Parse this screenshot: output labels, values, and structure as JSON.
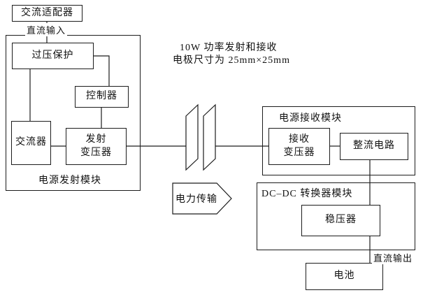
{
  "diagram": {
    "ac_adapter": "交流适配器",
    "dc_input_label": "直流输入",
    "tx_module": {
      "label": "电源发射模块",
      "overvoltage_protection": "过压保护",
      "controller": "控制器",
      "inverter": "交流器",
      "tx_transformer": [
        "发射",
        "变压器"
      ]
    },
    "annotation": [
      "10W 功率发射和接收",
      "电极尺寸为 25mm×25mm"
    ],
    "power_transfer_arrow": "电力传输",
    "rx_module": {
      "label": "电源接收模块",
      "rx_transformer": [
        "接收",
        "变压器"
      ],
      "rectifier": "整流电路"
    },
    "dcdc_module": {
      "label": "DC–DC 转换器模块",
      "regulator": "稳压器"
    },
    "dc_output_label": "直流输出",
    "battery": "电池"
  },
  "colors": {
    "line": "#1c1c1c",
    "background": "#ffffff"
  }
}
